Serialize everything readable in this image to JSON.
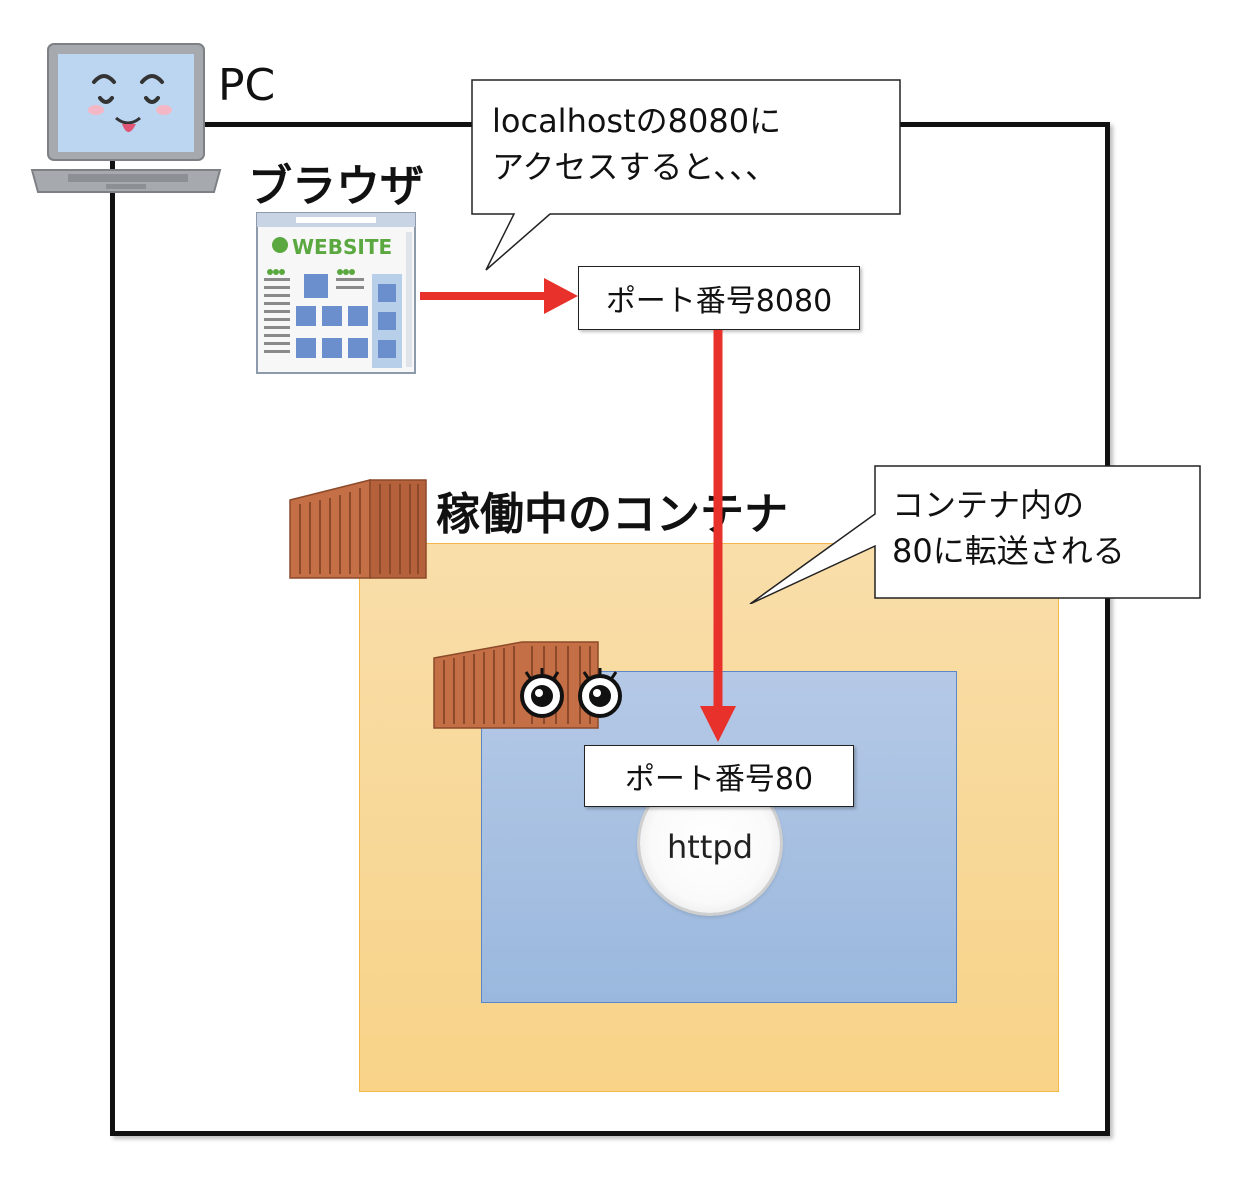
{
  "labels": {
    "pc": "PC",
    "browser": "ブラウザ",
    "running_container": "稼働中のコンテナ",
    "httpd": "httpd"
  },
  "callouts": {
    "localhost": "localhostの8080に\nアクセスすると、、、",
    "forward": "コンテナ内の\n80に転送される"
  },
  "ports": {
    "host": "ポート番号8080",
    "container": "ポート番号80"
  },
  "icons": {
    "laptop": "laptop-icon",
    "website": "website-window-icon",
    "website_text": "WEBSITE",
    "container": "shipping-container-icon",
    "container_eyes": "container-with-eyes-icon"
  },
  "colors": {
    "arrow": "#e8312a",
    "container_area": "#f8d388",
    "inner_area": "#a7c0e2"
  }
}
